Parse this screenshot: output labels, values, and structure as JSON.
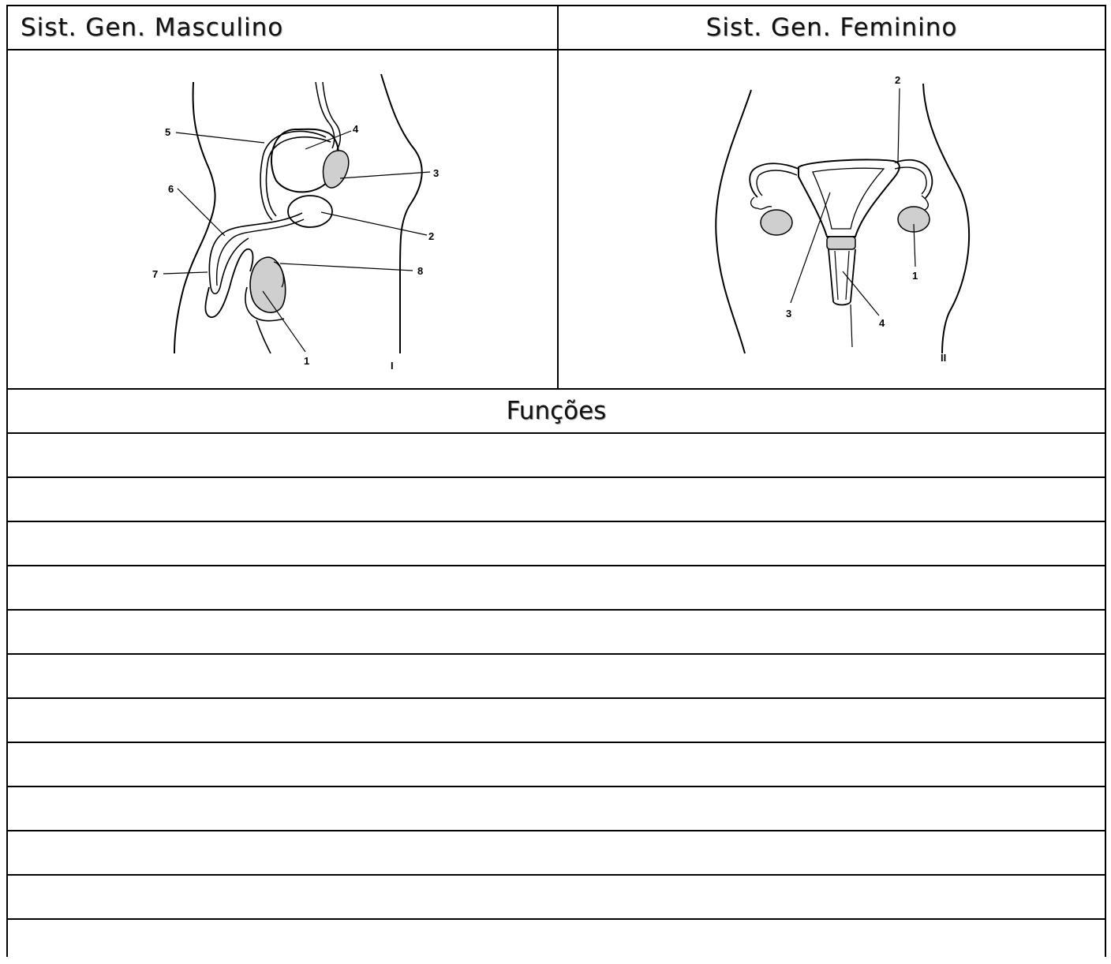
{
  "header": {
    "male_title": "Sist. Gen. Masculino",
    "female_title": "Sist. Gen. Feminino"
  },
  "male_figure": {
    "labels": [
      "1",
      "2",
      "3",
      "4",
      "5",
      "6",
      "7",
      "8",
      "I"
    ]
  },
  "female_figure": {
    "labels": [
      "1",
      "2",
      "3",
      "4",
      "II"
    ]
  },
  "functions": {
    "title": "Funções",
    "answer_lines": 12
  }
}
